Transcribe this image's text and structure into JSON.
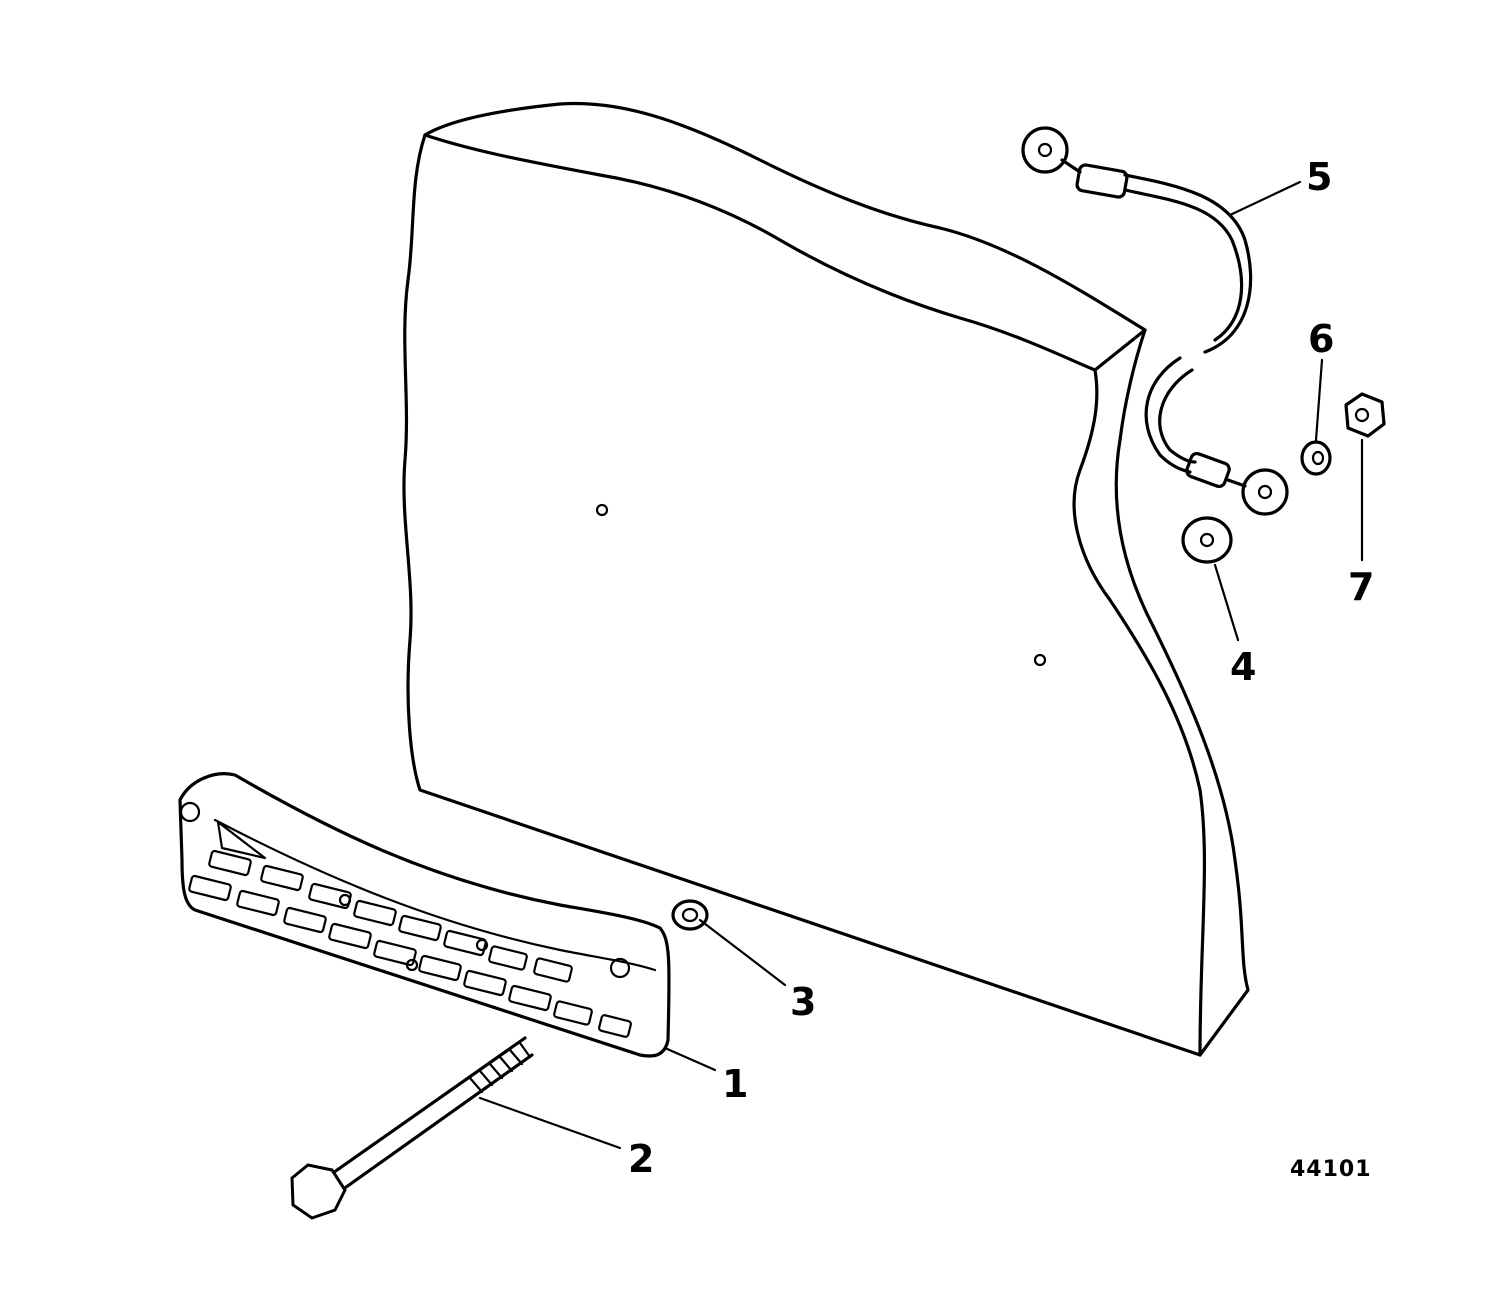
{
  "callouts": [
    {
      "id": "1",
      "label": "1"
    },
    {
      "id": "2",
      "label": "2"
    },
    {
      "id": "3",
      "label": "3"
    },
    {
      "id": "4",
      "label": "4"
    },
    {
      "id": "5",
      "label": "5"
    },
    {
      "id": "6",
      "label": "6"
    },
    {
      "id": "7",
      "label": "7"
    }
  ],
  "figure_number": "44101"
}
